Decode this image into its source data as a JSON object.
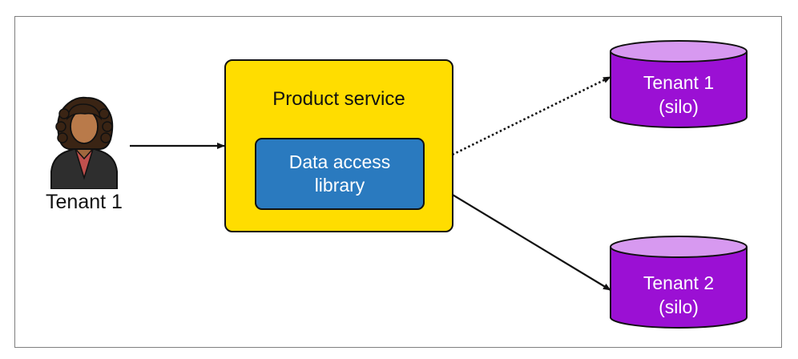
{
  "tenant": {
    "label": "Tenant 1",
    "icon": "person-icon"
  },
  "service": {
    "title": "Product service",
    "color": "#ffdd00"
  },
  "library": {
    "label": "Data access\nlibrary",
    "color": "#2a7abf"
  },
  "databases": [
    {
      "label": "Tenant 1\n(silo)",
      "connection": "dotted",
      "color": "#9b10d4"
    },
    {
      "label": "Tenant 2\n(silo)",
      "connection": "solid",
      "color": "#9b10d4"
    }
  ]
}
